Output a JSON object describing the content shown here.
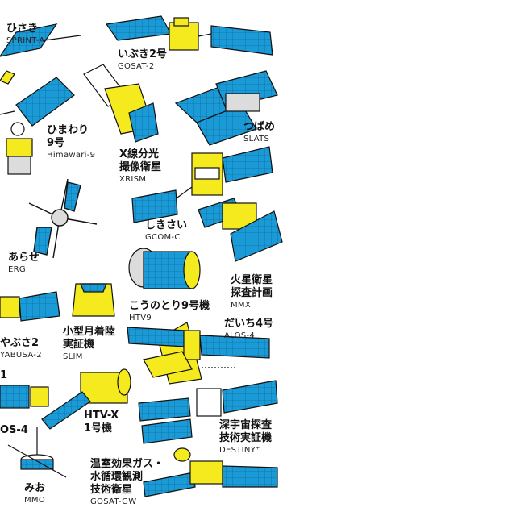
{
  "colors": {
    "panel": "#1a9ad6",
    "body": "#f5ea1e",
    "outline": "#111111",
    "gray": "#dcdcdc"
  },
  "satellites": [
    {
      "key": "hisaki",
      "jp": "ひさき",
      "en": "SPRINT-A",
      "icon": "hisaki-satellite-icon"
    },
    {
      "key": "ibuki2",
      "jp": "いぶき2号",
      "en": "GOSAT-2",
      "icon": "ibuki2-satellite-icon"
    },
    {
      "key": "himawari",
      "jp": "ひまわり\n9号",
      "en": "Himawari-9",
      "icon": "himawari-satellite-icon"
    },
    {
      "key": "tsubame",
      "jp": "つばめ",
      "en": "SLATS",
      "icon": "tsubame-satellite-icon"
    },
    {
      "key": "xrism",
      "jp": "X線分光\n撮像衛星",
      "en": "XRISM",
      "icon": "xrism-satellite-icon"
    },
    {
      "key": "shikisai",
      "jp": "しきさい",
      "en": "GCOM-C",
      "icon": "shikisai-satellite-icon"
    },
    {
      "key": "arase",
      "jp": "あらせ",
      "en": "ERG",
      "icon": "arase-satellite-icon"
    },
    {
      "key": "mmx",
      "jp": "火星衛星\n探査計画",
      "en": "MMX",
      "icon": "mmx-spacecraft-icon"
    },
    {
      "key": "htv9",
      "jp": "こうのとり9号機",
      "en": "HTV9",
      "icon": "htv9-spacecraft-icon"
    },
    {
      "key": "hayabusa2",
      "jp": "やぶさ2",
      "en": "YABUSA-2",
      "icon": "hayabusa2-spacecraft-icon"
    },
    {
      "key": "slim",
      "jp": "小型月着陸\n実証機",
      "en": "SLIM",
      "icon": "slim-lander-icon"
    },
    {
      "key": "daichi4",
      "jp": "だいち4号",
      "en": "ALOS-4",
      "icon": "daichi4-satellite-icon"
    },
    {
      "key": "alos_partial",
      "jp": "1",
      "en": "",
      "icon": ""
    },
    {
      "key": "htvx",
      "jp": "HTV-X\n1号機",
      "en": "",
      "icon": "htvx-spacecraft-icon"
    },
    {
      "key": "alos_side",
      "jp": "OS-4",
      "en": "",
      "icon": "alos-side-satellite-icon"
    },
    {
      "key": "destiny",
      "jp": "深宇宙探査\n技術実証機",
      "en": "DESTINY⁺",
      "icon": "destiny-spacecraft-icon"
    },
    {
      "key": "mio",
      "jp": "みお",
      "en": "MMO",
      "icon": "mio-spacecraft-icon"
    },
    {
      "key": "gosatgw",
      "jp": "温室効果ガス・\n水循環観測\n技術衛星",
      "en": "GOSAT-GW",
      "icon": "gosatgw-satellite-icon"
    }
  ]
}
